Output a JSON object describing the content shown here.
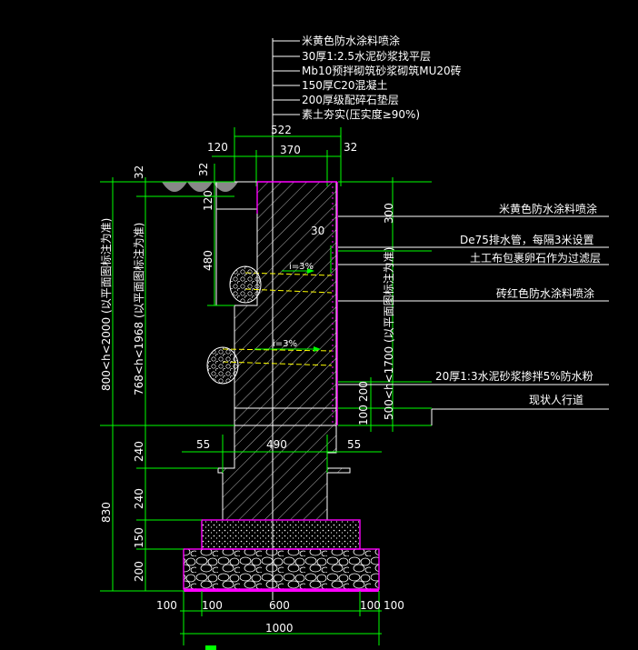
{
  "top_layers": [
    "米黄色防水涂料喷涂",
    "30厚1:2.5水泥砂浆找平层",
    "Mb10预拌砌筑砂浆砌筑MU20砖",
    "150厚C20混凝土",
    "200厚级配碎石垫层",
    "素土夯实(压实度≥90%)"
  ],
  "right_notes": [
    "米黄色防水涂料喷涂",
    "De75排水管，每隔3米设置",
    "土工布包裹卵石作为过滤层",
    "砖红色防水涂料喷涂",
    "20厚1:3水泥砂浆掺拌5%防水粉",
    "现状人行道"
  ],
  "dims_top": {
    "total": "522",
    "left": "120",
    "mid": "370",
    "right": "32"
  },
  "dims_mid": {
    "left": "55",
    "mid": "490",
    "right": "55"
  },
  "dims_bottom": {
    "left": "100",
    "mid": "600",
    "right": "100",
    "total": "1000",
    "l2": "100",
    "r2": "100"
  },
  "dims_left_outer": {
    "upper": "800<h<2000 (以平面图标注为准)",
    "lower": "830"
  },
  "dims_left_inner": {
    "top": "32",
    "upper": "768<h<1968 (以平面图标注为准)",
    "a": "240",
    "b": "240",
    "c": "150",
    "d": "200"
  },
  "dims_left_detail": {
    "top": "32",
    "a": "120",
    "b": "480"
  },
  "dims_right": {
    "a": "300",
    "b": "500<h<1700 (以平面图标注为准)",
    "c": "200",
    "d": "100"
  },
  "misc": {
    "thirty": "30",
    "slope1": "i=3%",
    "slope2": "i=3%"
  }
}
